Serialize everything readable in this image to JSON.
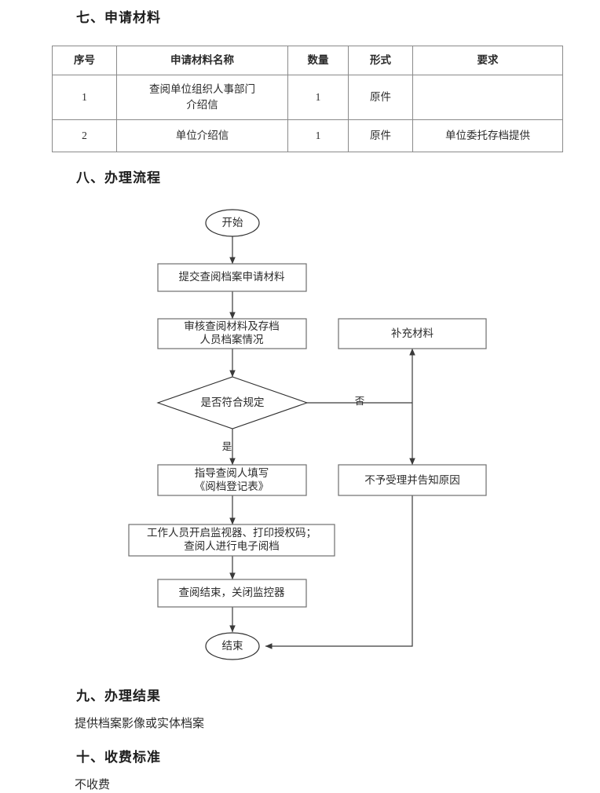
{
  "sections": {
    "materials": {
      "heading": "七、申请材料",
      "table": {
        "headers": [
          "序号",
          "申请材料名称",
          "数量",
          "形式",
          "要求"
        ],
        "rows": [
          {
            "no": "1",
            "name_line1": "查阅单位组织人事部门",
            "name_line2": "介绍信",
            "qty": "1",
            "form": "原件",
            "requirement": ""
          },
          {
            "no": "2",
            "name_line1": "单位介绍信",
            "name_line2": "",
            "qty": "1",
            "form": "原件",
            "requirement": "单位委托存档提供"
          }
        ]
      }
    },
    "process": {
      "heading": "八、办理流程"
    },
    "result": {
      "heading": "九、办理结果",
      "text": "提供档案影像或实体档案"
    },
    "fee": {
      "heading": "十、收费标准",
      "text": "不收费"
    }
  },
  "flowchart": {
    "type": "flowchart",
    "nodes": {
      "start": {
        "label": "开始",
        "shape": "oval"
      },
      "submit": {
        "label": "提交查阅档案申请材料",
        "shape": "rect"
      },
      "review_line1": {
        "label": "审核查阅材料及存档",
        "shape": "rect"
      },
      "review_line2": {
        "label": "人员档案情况",
        "shape": "rect"
      },
      "supplement": {
        "label": "补充材料",
        "shape": "rect"
      },
      "decision": {
        "label": "是否符合规定",
        "shape": "diamond"
      },
      "guide_line1": {
        "label": "指导查阅人填写",
        "shape": "rect"
      },
      "guide_line2": {
        "label": "《阅档登记表》",
        "shape": "rect"
      },
      "reject": {
        "label": "不予受理并告知原因",
        "shape": "rect"
      },
      "operate_line1": {
        "label": "工作人员开启监视器、打印授权码；",
        "shape": "rect"
      },
      "operate_line2": {
        "label": "查阅人进行电子阅档",
        "shape": "rect"
      },
      "close": {
        "label": "查阅结束，关闭监控器",
        "shape": "rect"
      },
      "end": {
        "label": "结束",
        "shape": "oval"
      }
    },
    "edge_labels": {
      "yes": "是",
      "no": "否"
    },
    "colors": {
      "shape_stroke": "#6f6f6f",
      "oval_stroke": "#2e2e2e",
      "line": "#3a3a3a",
      "text": "#2b2b2b",
      "background": "#ffffff"
    }
  }
}
